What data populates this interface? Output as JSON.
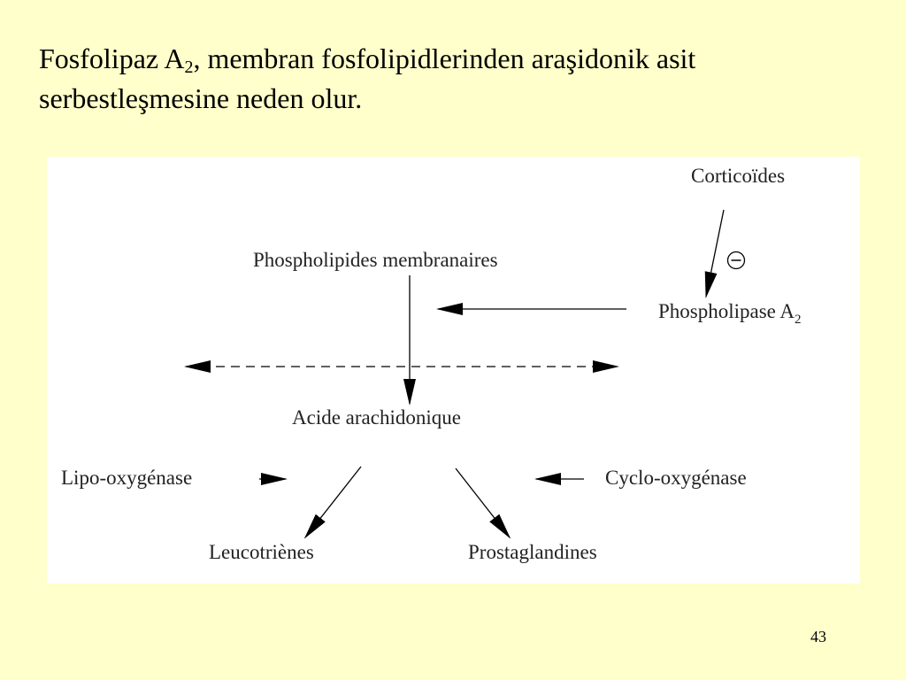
{
  "slide": {
    "title_part1": "Fosfolipaz A",
    "title_sub": "2",
    "title_part2": ", membran fosfolipidlerinden araşidonik asit serbestleşmesine neden olur.",
    "page_number": "43",
    "background_color": "#ffffcc"
  },
  "diagram": {
    "nodes": {
      "corticoides": "Corticoïdes",
      "phospholipides": "Phospholipides membranaires",
      "phospholipase": "Phospholipase A",
      "phospholipase_sub": "2",
      "acide": "Acide arachidonique",
      "lipo": "Lipo-oxygénase",
      "cyclo": "Cyclo-oxygénase",
      "leucotrienes": "Leucotriènes",
      "prostaglandines": "Prostaglandines"
    },
    "inhibition_icon": "minus-circle-icon"
  }
}
